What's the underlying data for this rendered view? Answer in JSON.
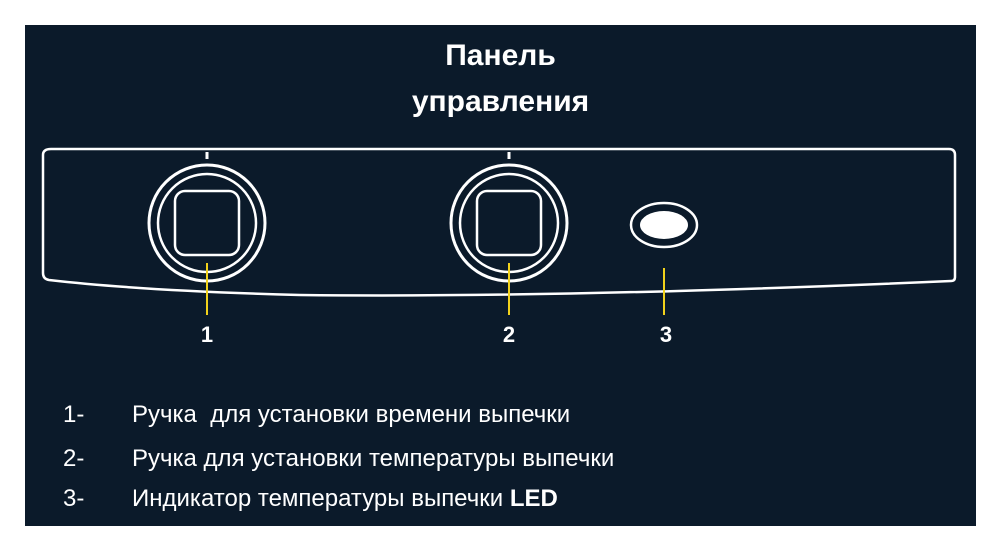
{
  "title": {
    "line1": "Панель",
    "line2": "управления"
  },
  "callouts": [
    "1",
    "2",
    "3"
  ],
  "legend": [
    {
      "num": "1-",
      "text": "Ручка  для установки времени выпечки"
    },
    {
      "num": "2-",
      "text": "Ручка для установки температуры выпечки"
    },
    {
      "num": "3-",
      "text": "Индикатор температуры выпечки ",
      "bold": "LED"
    }
  ],
  "colors": {
    "background": "#0b1a2a",
    "line": "#ffffff",
    "leader": "#f2d21b"
  }
}
